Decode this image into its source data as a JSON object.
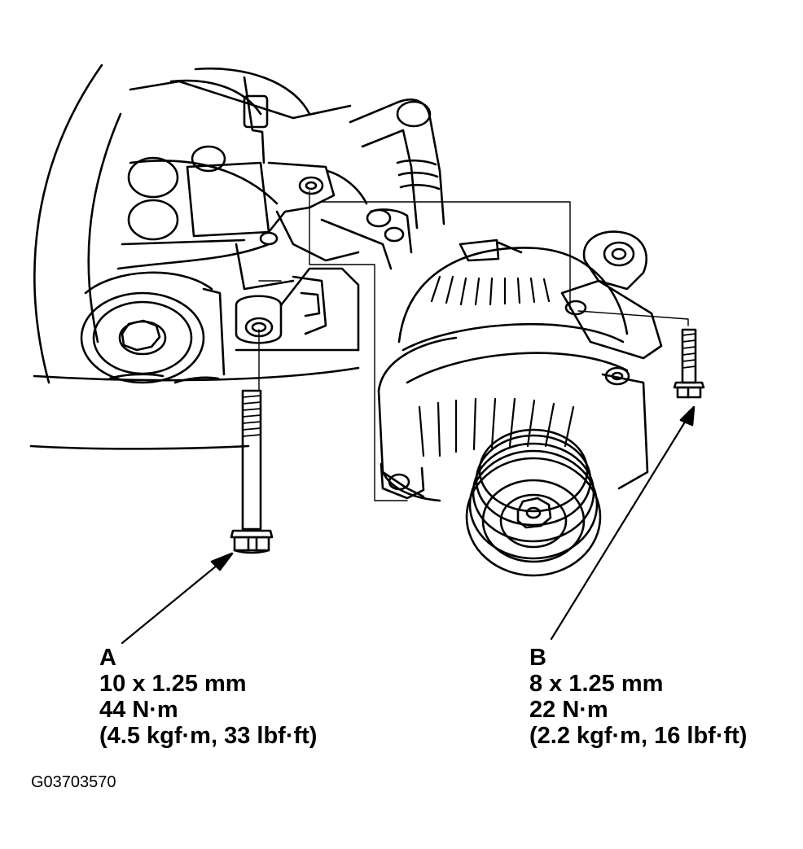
{
  "callouts": {
    "a": {
      "letter": "A",
      "thread": "10 x 1.25 mm",
      "torque_nm": "44 N·m",
      "torque_alt": "(4.5 kgf·m, 33 lbf·ft)"
    },
    "b": {
      "letter": "B",
      "thread": "8 x 1.25 mm",
      "torque_nm": "22 N·m",
      "torque_alt": "(2.2 kgf·m, 16 lbf·ft)"
    }
  },
  "figure_id": "G03703570"
}
